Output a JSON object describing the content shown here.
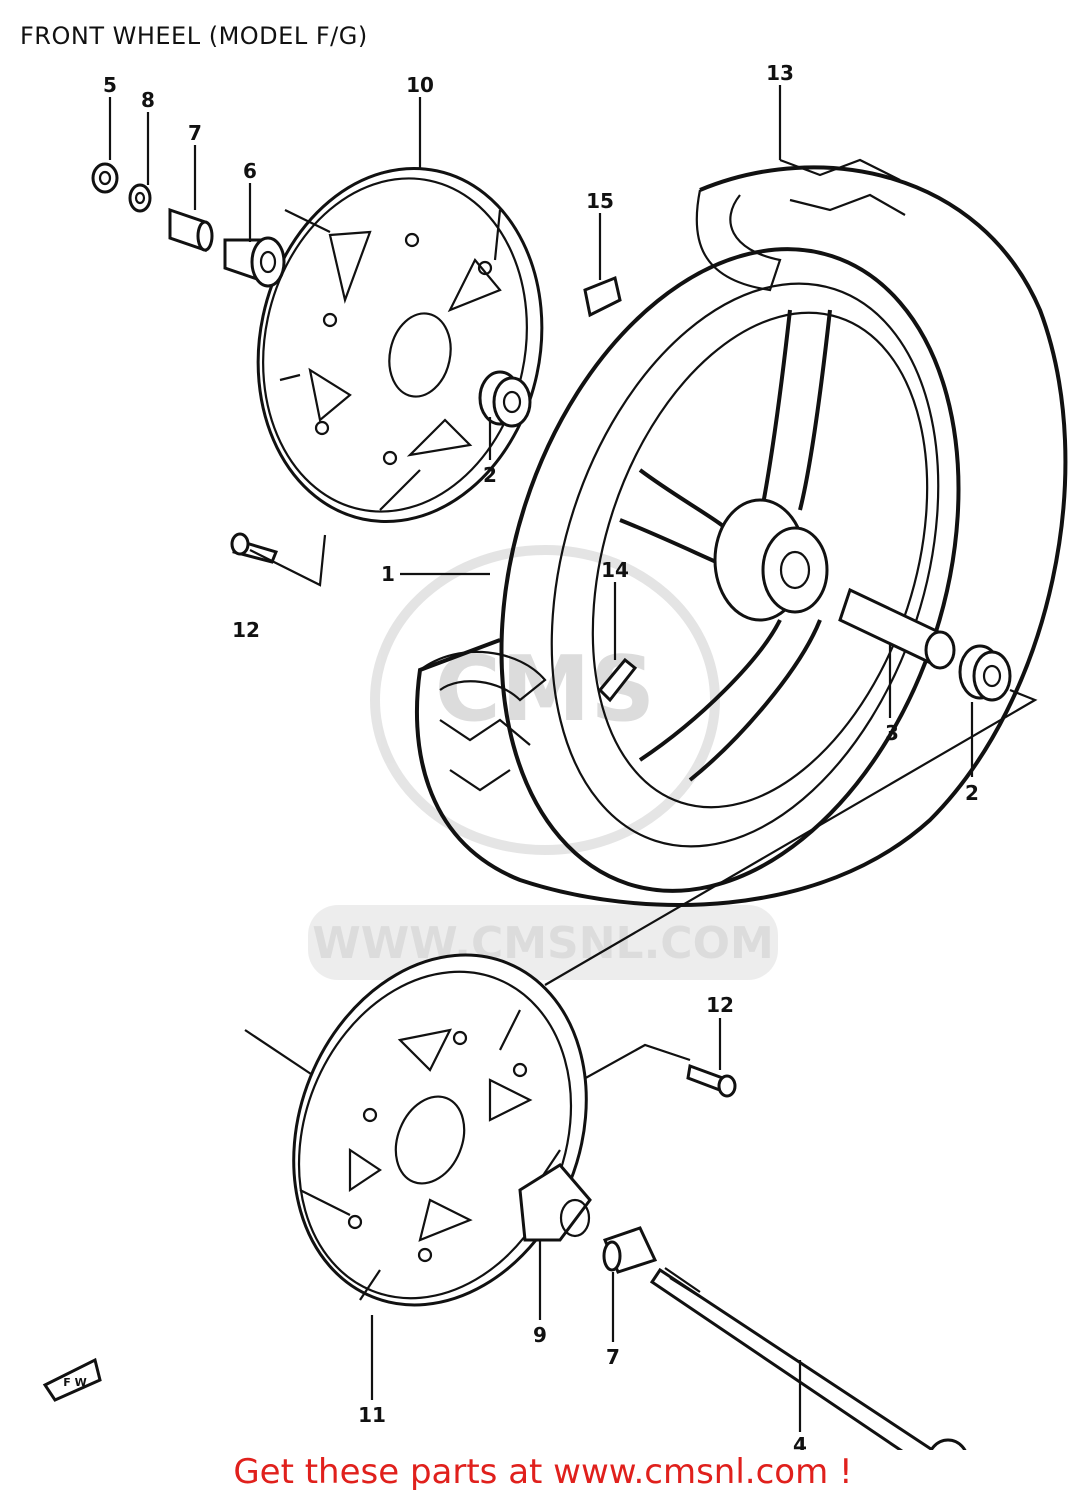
{
  "title": "FRONT WHEEL (MODEL F/G)",
  "footer": "Get these parts at www.cmsnl.com !",
  "watermark": {
    "text": "WWW.CMSNL.COM",
    "logo": "CMS"
  },
  "direction_marker": "F W",
  "callouts": [
    {
      "id": "c5",
      "label": "5"
    },
    {
      "id": "c8",
      "label": "8"
    },
    {
      "id": "c7a",
      "label": "7"
    },
    {
      "id": "c6",
      "label": "6"
    },
    {
      "id": "c10",
      "label": "10"
    },
    {
      "id": "c13",
      "label": "13"
    },
    {
      "id": "c15",
      "label": "15"
    },
    {
      "id": "c2a",
      "label": "2"
    },
    {
      "id": "c1",
      "label": "1"
    },
    {
      "id": "c12a",
      "label": "12"
    },
    {
      "id": "c14",
      "label": "14"
    },
    {
      "id": "c3",
      "label": "3"
    },
    {
      "id": "c2b",
      "label": "2"
    },
    {
      "id": "c12b",
      "label": "12"
    },
    {
      "id": "c9",
      "label": "9"
    },
    {
      "id": "c7b",
      "label": "7"
    },
    {
      "id": "c11",
      "label": "11"
    },
    {
      "id": "c4",
      "label": "4"
    }
  ]
}
